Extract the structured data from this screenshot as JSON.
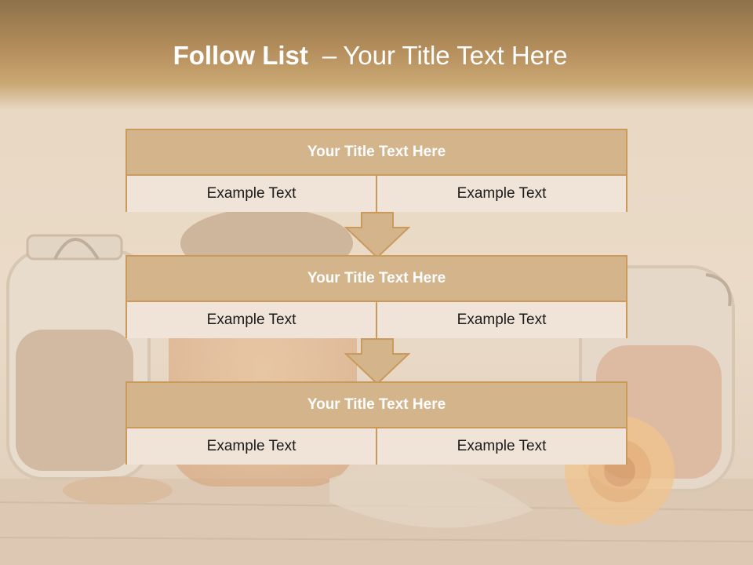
{
  "slide": {
    "title_bold": "Follow List",
    "title_sep": "–",
    "title_rest": "Your Title Text Here"
  },
  "blocks": [
    {
      "title": "Your Title Text Here",
      "left": "Example Text",
      "right": "Example Text"
    },
    {
      "title": "Your Title Text Here",
      "left": "Example Text",
      "right": "Example Text"
    },
    {
      "title": "Your Title Text Here",
      "left": "Example Text",
      "right": "Example Text"
    }
  ],
  "colors": {
    "header_brown": "#8e7149",
    "block_header": "#d4b48a",
    "block_border": "#c99a5c",
    "cell_fill": "#f0e4d8"
  }
}
